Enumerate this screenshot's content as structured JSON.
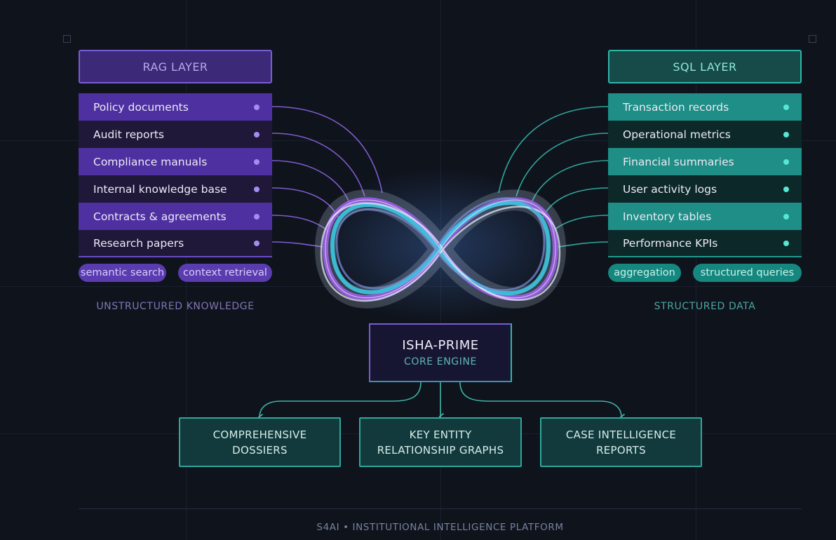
{
  "rag": {
    "title": "RAG LAYER",
    "items": [
      "Policy documents",
      "Audit reports",
      "Compliance manuals",
      "Internal knowledge base",
      "Contracts & agreements",
      "Research papers"
    ],
    "tags": [
      "semantic search",
      "context retrieval"
    ],
    "caption": "UNSTRUCTURED KNOWLEDGE"
  },
  "sql": {
    "title": "SQL LAYER",
    "items": [
      "Transaction records",
      "Operational metrics",
      "Financial summaries",
      "User activity logs",
      "Inventory tables",
      "Performance KPIs"
    ],
    "tags": [
      "aggregation",
      "structured queries"
    ],
    "caption": "STRUCTURED DATA"
  },
  "core": {
    "title": "ISHA-PRIME",
    "subtitle": "CORE ENGINE",
    "icon": "infinity-loop-icon"
  },
  "outputs": [
    {
      "line1": "COMPREHENSIVE",
      "line2": "DOSSIERS"
    },
    {
      "line1": "KEY ENTITY",
      "line2": "RELATIONSHIP GRAPHS"
    },
    {
      "line1": "CASE INTELLIGENCE",
      "line2": "REPORTS"
    }
  ],
  "footer": "S4AI • INSTITUTIONAL INTELLIGENCE PLATFORM",
  "colors": {
    "background": "#0f131c",
    "rag_accent": "#7a5cd6",
    "sql_accent": "#2fb7aa"
  }
}
